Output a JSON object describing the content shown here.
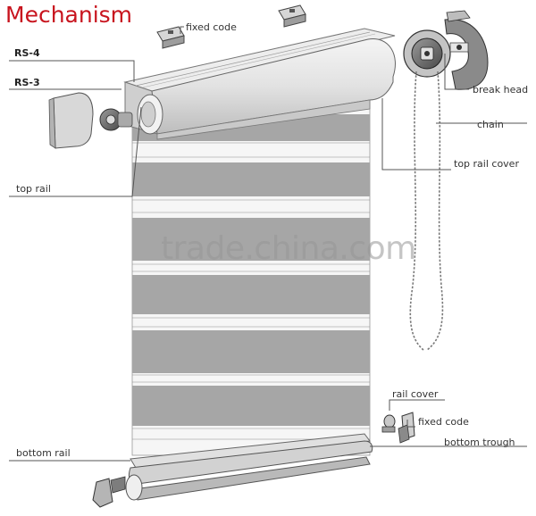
{
  "title": "Mechanism",
  "watermark": "trade.china.com",
  "labels": {
    "fixed_code_top": "fixed code",
    "rs4": "RS-4",
    "rs3": "RS-3",
    "break_head": "break head",
    "chain": "chain",
    "top_rail_cover": "top rail cover",
    "top_rail": "top rail",
    "rail_cover": "rail cover",
    "fixed_code_bottom": "fixed code",
    "bottom_rail": "bottom rail",
    "bottom_trough": "bottom trough"
  },
  "colors": {
    "title": "#c8141e",
    "dark_stripe": "#a6a6a6",
    "light_stripe": "#e9e9e9",
    "leader_line": "#555555"
  }
}
